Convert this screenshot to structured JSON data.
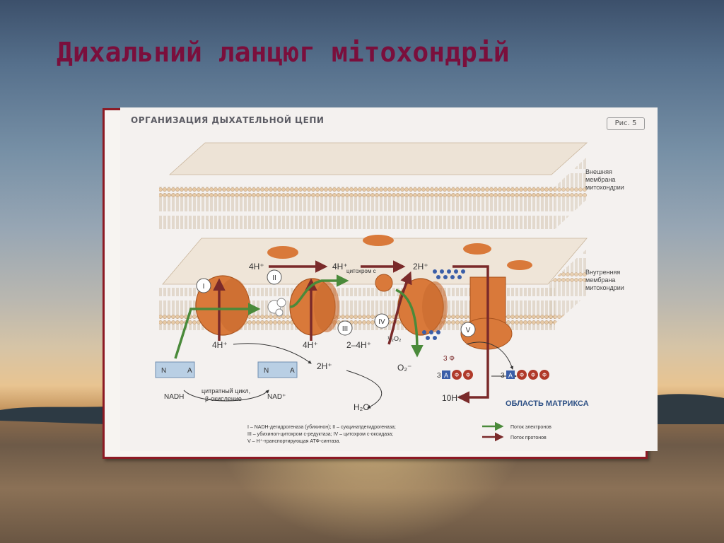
{
  "slide": {
    "title": "Дихальний ланцюг мітохондрій"
  },
  "figure": {
    "title": "ОРГАНИЗАЦИЯ ДЫХАТЕЛЬНОЙ ЦЕПИ",
    "fig_number": "Рис. 5",
    "outer_membrane_label": [
      "Внешняя",
      "мембрана",
      "митохондрии"
    ],
    "inner_membrane_label": [
      "Внутренняя",
      "мембрана",
      "митохондрии"
    ],
    "complex_labels": [
      "I",
      "II",
      "III",
      "IV",
      "V"
    ],
    "cytochrome_c": "цитохром с",
    "protons_top": [
      "4H⁺",
      "4H⁺",
      "2H⁺"
    ],
    "protons_bottom": [
      "4H⁺",
      "4H⁺",
      "2–4H⁺"
    ],
    "half_o2": "¹/₂O₂",
    "two_h": "2H⁺",
    "o2_ion": "O₂⁻",
    "water": "H₂O",
    "ten_h": "10H⁺",
    "three_f": "3 Ф",
    "adp_row": [
      "3",
      "А",
      "Ф",
      "Ф"
    ],
    "atp_row": [
      "3",
      "А",
      "Ф",
      "Ф",
      "Ф"
    ],
    "nadh_box": [
      "N",
      "A"
    ],
    "nad_box": [
      "N",
      "A"
    ],
    "nadh": "NADH",
    "nad": "NAD⁺",
    "cycle": [
      "цитратный цикл,",
      "β-окисление"
    ],
    "matrix": "ОБЛАСТЬ МАТРИКСА",
    "legend_text": [
      "I – NADH-дегидрогеназа (убихинон); II – сукцинатдегидрогеназа;",
      "III – убихинол-цитохром с-редуктаза; IV – цитохром с-оксидаза;",
      "V – H⁺-транспортирующая АТФ-синтаза."
    ],
    "legend_electron": "Поток электронов",
    "legend_proton": "Поток протонов",
    "colors": {
      "electron_arrow": "#4a8a3a",
      "proton_arrow": "#7a2a2a",
      "protein": "#d9793a",
      "membrane": "#e8c9a0",
      "slide_title": "#7a0f3c",
      "frame": "#8d1a24"
    }
  }
}
